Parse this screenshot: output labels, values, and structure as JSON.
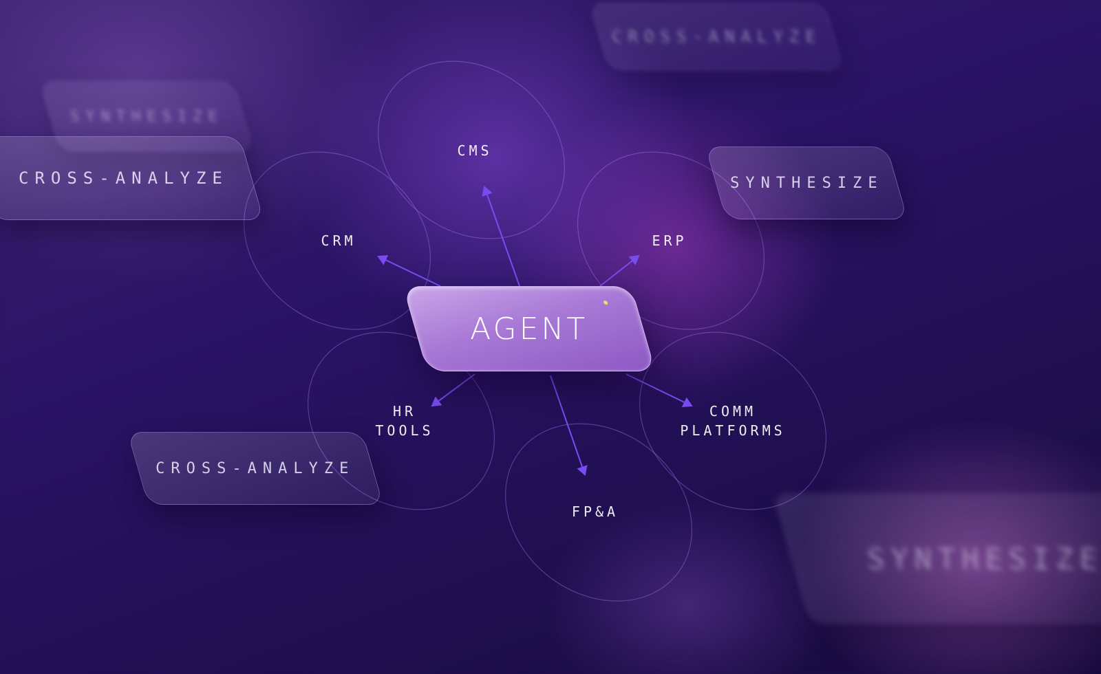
{
  "center": {
    "label": "AGENT"
  },
  "nodes": [
    {
      "id": "cms",
      "label": "CMS"
    },
    {
      "id": "crm",
      "label": "CRM"
    },
    {
      "id": "erp",
      "label": "ERP"
    },
    {
      "id": "hr",
      "label": "HR\nTOOLS"
    },
    {
      "id": "comm",
      "label": "COMM\nPLATFORMS"
    },
    {
      "id": "fpa",
      "label": "FP&A"
    }
  ],
  "floating_labels": [
    "CROSS-ANALYZE",
    "SYNTHESIZE",
    "CROSS-ANALYZE",
    "SYNTHESIZE",
    "CROSS-ANALYZE",
    "SYNTHESIZE"
  ],
  "colors": {
    "background_dark": "#170a3c",
    "accent_purple": "#7a4cf0",
    "agent_fill": "#a879d6",
    "dot": "#dfe36a"
  }
}
